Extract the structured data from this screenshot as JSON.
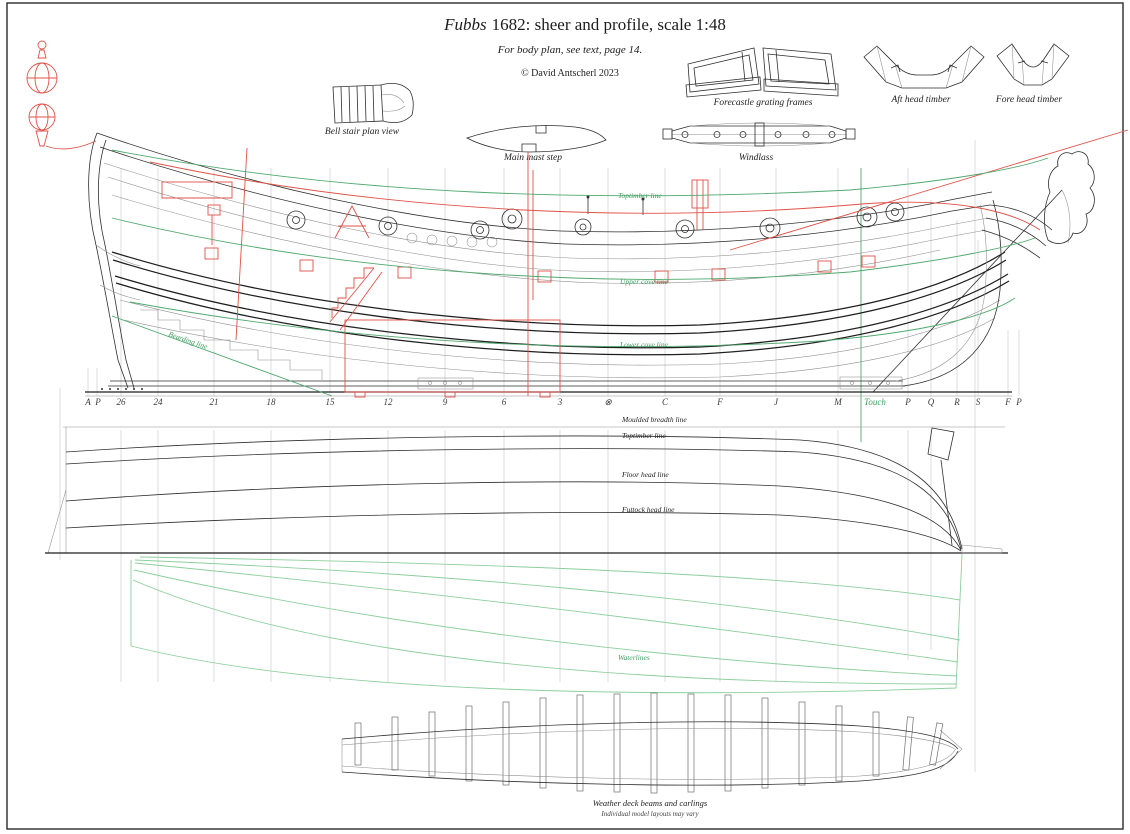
{
  "sheet": {
    "title_ship": "Fubbs",
    "title_rest": "1682: sheer and profile, scale 1:48",
    "subtitle": "For body plan, see text, page 14.",
    "copyright": "© David Antscherl 2023"
  },
  "details": {
    "bell_stair": {
      "label": "Bell stair plan view"
    },
    "main_mast_step": {
      "label": "Main mast step"
    },
    "forecastle_grating": {
      "label": "Forecastle grating frames"
    },
    "windlass": {
      "label": "Windlass"
    },
    "aft_head_timber": {
      "label": "Aft head timber"
    },
    "fore_head_timber": {
      "label": "Fore head timber"
    }
  },
  "sheer_plan": {
    "labels": {
      "toptimber": "Toptimber line",
      "upper_cove": "Upper cove line",
      "lower_cove": "Lower cove line",
      "bearding": "Bearding line"
    },
    "stations": [
      "A",
      "P",
      "26",
      "24",
      "21",
      "18",
      "15",
      "12",
      "9",
      "6",
      "3",
      "⊗",
      "C",
      "F",
      "J",
      "M",
      "Touch",
      "P",
      "Q",
      "R",
      "S",
      "F",
      "P"
    ]
  },
  "half_breadth_plan": {
    "labels": {
      "moulded_breadth": "Moulded breadth line",
      "toptimber": "Toptimber line",
      "floor_head": "Floor head line",
      "futtock_head": "Futtock head line",
      "waterlines": "Waterlines"
    }
  },
  "deck_plan": {
    "caption": "Weather deck beams and carlings",
    "note": "Individual model layouts may vary"
  },
  "colors": {
    "red": "#e05248",
    "green": "#4fa96e",
    "waterline_green": "#8ccf9d",
    "station_gray": "#c3c3c3",
    "ink": "#2f2f2f"
  }
}
